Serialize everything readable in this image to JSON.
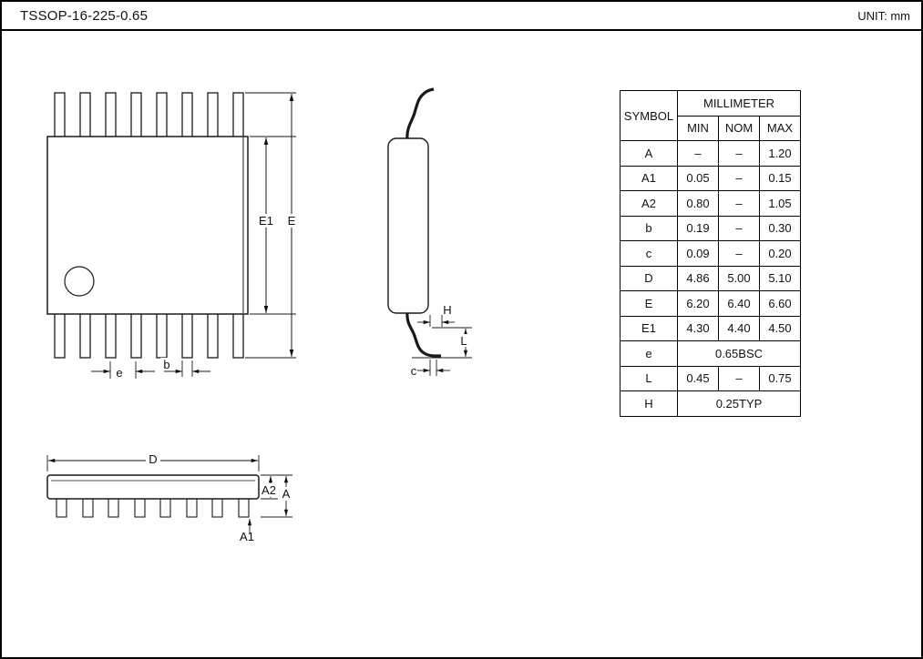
{
  "header": {
    "title": "TSSOP-16-225-0.65",
    "unit": "UNIT: mm"
  },
  "table": {
    "symbol_header": "SYMBOL",
    "millimeter_header": "MILLIMETER",
    "columns": [
      "MIN",
      "NOM",
      "MAX"
    ],
    "rows": [
      {
        "symbol": "A",
        "min": "–",
        "nom": "–",
        "max": "1.20"
      },
      {
        "symbol": "A1",
        "min": "0.05",
        "nom": "–",
        "max": "0.15"
      },
      {
        "symbol": "A2",
        "min": "0.80",
        "nom": "–",
        "max": "1.05"
      },
      {
        "symbol": "b",
        "min": "0.19",
        "nom": "–",
        "max": "0.30"
      },
      {
        "symbol": "c",
        "min": "0.09",
        "nom": "–",
        "max": "0.20"
      },
      {
        "symbol": "D",
        "min": "4.86",
        "nom": "5.00",
        "max": "5.10"
      },
      {
        "symbol": "E",
        "min": "6.20",
        "nom": "6.40",
        "max": "6.60"
      },
      {
        "symbol": "E1",
        "min": "4.30",
        "nom": "4.40",
        "max": "4.50"
      },
      {
        "symbol": "e",
        "span": "0.65BSC"
      },
      {
        "symbol": "L",
        "min": "0.45",
        "nom": "–",
        "max": "0.75"
      },
      {
        "symbol": "H",
        "span": "0.25TYP"
      }
    ]
  },
  "labels": {
    "top_view": {
      "E1": "E1",
      "E": "E",
      "e": "e",
      "b": "b"
    },
    "side_view": {
      "H": "H",
      "L": "L",
      "c": "c"
    },
    "front_view": {
      "D": "D",
      "A2": "A2",
      "A": "A",
      "A1": "A1"
    }
  }
}
